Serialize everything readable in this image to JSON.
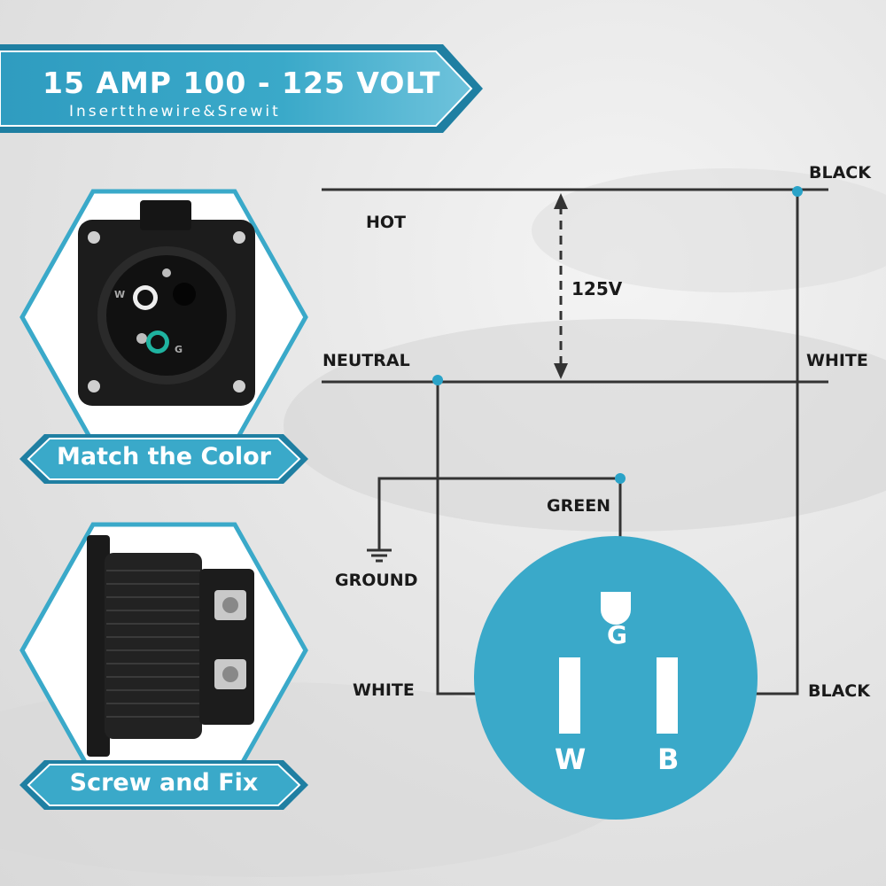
{
  "banner": {
    "title": "15  AMP 100  -  125  VOLT",
    "subtitle": "Insertthewire&Srewit"
  },
  "left_panels": {
    "match_label": "Match the Color",
    "screw_label": "Screw and Fix",
    "socket_face_marks": {
      "w": "W",
      "g": "G"
    }
  },
  "wiring": {
    "hot": "HOT",
    "neutral": "NEUTRAL",
    "voltage": "125V",
    "black_top": "BLACK",
    "white_top": "WHITE",
    "green": "GREEN",
    "ground": "GROUND",
    "white_bottom": "WHITE",
    "black_bottom": "BLACK"
  },
  "outlet": {
    "ground_letter": "G",
    "w_letter": "W",
    "b_letter": "B"
  },
  "colors": {
    "accent": "#3aa9c9",
    "accent_dark": "#1f7fa2",
    "wire": "#333333",
    "dot": "#2aa3c8"
  }
}
